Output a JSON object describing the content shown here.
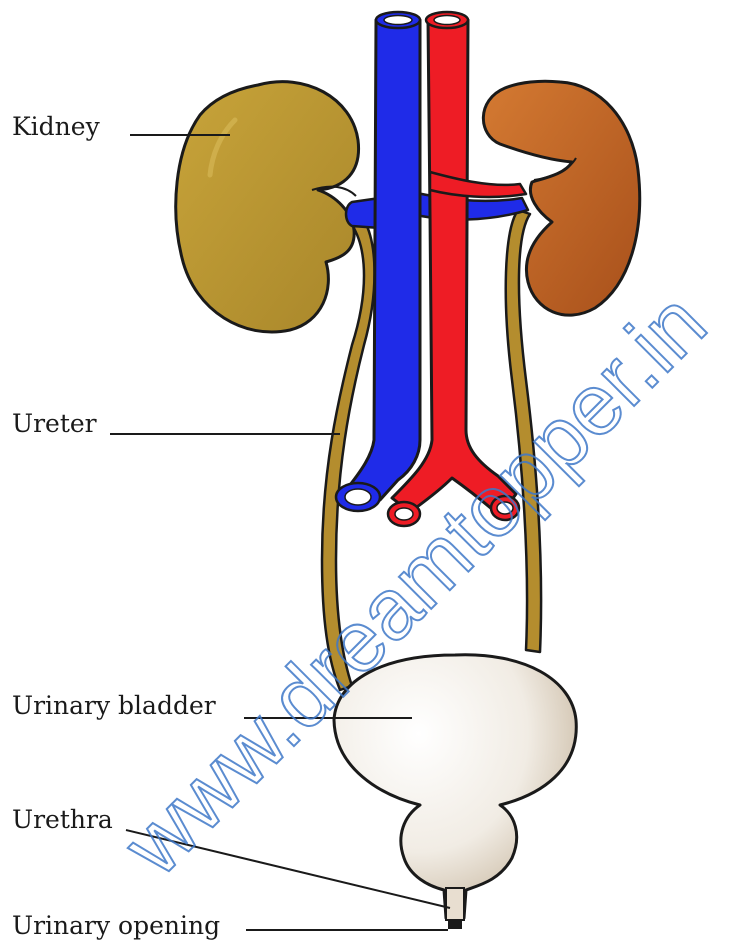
{
  "diagram": {
    "labels": {
      "kidney": "Kidney",
      "ureter": "Ureter",
      "urinary_bladder": "Urinary bladder",
      "urethra": "Urethra",
      "urinary_opening": "Urinary opening"
    },
    "watermark": "www.dreamtopper.in",
    "colors": {
      "left_kidney": "#b8962c",
      "right_kidney": "#c25f1e",
      "ureter": "#b48d2e",
      "vein": "#1f2be8",
      "artery": "#ee1c25",
      "bladder": "#f1ece4",
      "outline": "#1a1a1a",
      "watermark": "#3f78c8"
    }
  }
}
